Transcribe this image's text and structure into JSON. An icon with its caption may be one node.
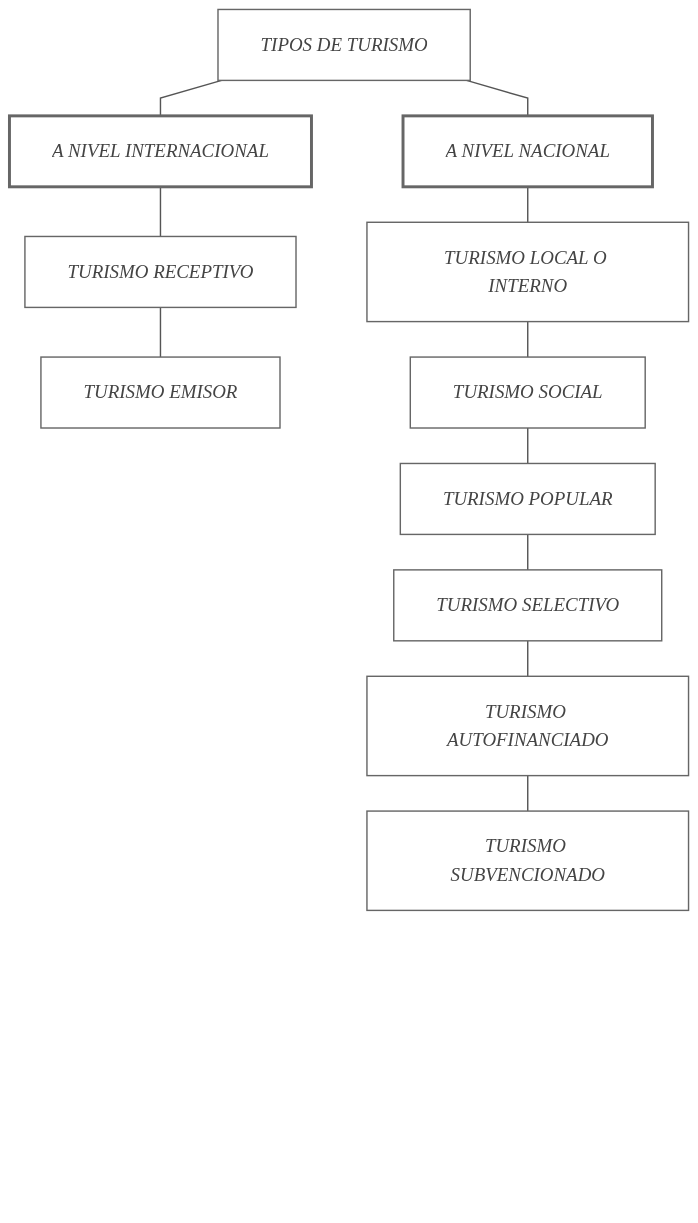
{
  "diagram": {
    "nodes": [
      {
        "text": [
          "TIPOS DE TURISMO"
        ]
      },
      {
        "text": [
          "A NIVEL INTERNACIONAL"
        ]
      },
      {
        "text": [
          "TURISMO RECEPTIVO"
        ]
      },
      {
        "text": [
          "TURISMO EMISOR"
        ]
      },
      {
        "text": [
          "A NIVEL NACIONAL"
        ]
      },
      {
        "text": [
          "TURISMO LOCAL O INTERNO"
        ]
      },
      {
        "text": [
          "TURISMO SOCIAL"
        ]
      },
      {
        "text": [
          "TURISMO POPULAR"
        ]
      },
      {
        "text": [
          "TURISMO SELECTIVO"
        ]
      },
      {
        "text": [
          "TURISMO AUTOFINANCIADO"
        ]
      },
      {
        "text": [
          "TURISMO SUBVENCIONADO"
        ]
      }
    ],
    "edges": [
      {
        "from": 0,
        "to": 1,
        "arrow": "none"
      },
      {
        "from": 0,
        "to": 4,
        "arrow": "none"
      },
      {
        "from": 1,
        "to": 2,
        "arrow": "none"
      },
      {
        "from": 2,
        "to": 3,
        "arrow": "none"
      },
      {
        "from": 4,
        "to": 5,
        "arrow": "none"
      },
      {
        "from": 5,
        "to": 6,
        "arrow": "none"
      },
      {
        "from": 6,
        "to": 7,
        "arrow": "none"
      },
      {
        "from": 7,
        "to": 8,
        "arrow": "none"
      },
      {
        "from": 8,
        "to": 9,
        "arrow": "none"
      },
      {
        "from": 9,
        "to": 10,
        "arrow": "none"
      }
    ]
  }
}
